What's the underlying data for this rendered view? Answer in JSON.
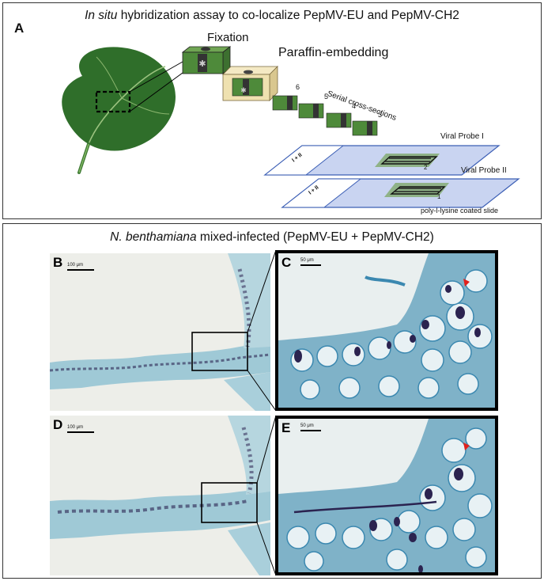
{
  "panelA": {
    "label": "A",
    "title_italic": "In situ",
    "title_rest": " hybridization assay to co-localize PepMV-EU and PepMV-CH2",
    "fixation": "Fixation",
    "embedding": "Paraffin-embedding",
    "serial": "Serial cross-sections",
    "section_numbers": [
      "6",
      "5",
      "4",
      "3"
    ],
    "probe1": "Viral Probe I",
    "probe2": "Viral Probe II",
    "slide_label": "I + II",
    "slide_num_top": "2",
    "slide_num_bottom": "1",
    "coated": "poly-l-lysine coated slide"
  },
  "panelBottom": {
    "title_italic": "N. benthamiana",
    "title_rest": " mixed-infected (PepMV-EU + PepMV-CH2)",
    "panels": [
      {
        "label": "B",
        "scale": "100 μm"
      },
      {
        "label": "C",
        "scale": "50 μm"
      },
      {
        "label": "D",
        "scale": "100 μm"
      },
      {
        "label": "E",
        "scale": "50 μm"
      }
    ]
  },
  "colors": {
    "leaf": "#2f6e2a",
    "block_green": "#4e8a3a",
    "slide_blue": "#c9d4f1",
    "slide_edge": "#3c5fb5",
    "tissue_blue": "#7fb2c8",
    "stain_dark": "#2b2350",
    "arrow_red": "#e0201c"
  }
}
